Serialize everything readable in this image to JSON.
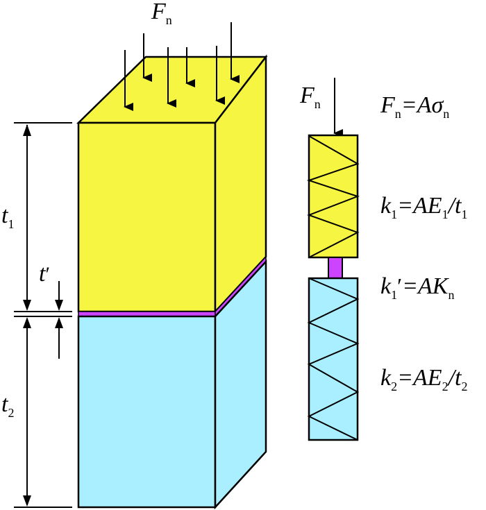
{
  "colors": {
    "layer1": "#f5f542",
    "layer2": "#aaefff",
    "interface": "#cc44ff",
    "stroke": "#000000"
  },
  "labels": {
    "force_top": {
      "main": "F",
      "sub": "n"
    },
    "force_right": {
      "main": "F",
      "sub": "n"
    },
    "t1": {
      "main": "t",
      "sub": "1"
    },
    "t2": {
      "main": "t",
      "sub": "2"
    },
    "tprime": {
      "main": "t",
      "prime": "′"
    }
  },
  "equations": {
    "fn": {
      "a": "F",
      "a_sub": "n",
      "b": "=A",
      "c": "σ",
      "c_sub": "n"
    },
    "k1": {
      "a": "k",
      "a_sub": "1",
      "b": "=AE",
      "b_sub": "1",
      "c": "/t",
      "c_sub": "1"
    },
    "k1p": {
      "a": "k",
      "a_sub": "1",
      "prime": "′",
      "b": "=AK",
      "b_sub": "n"
    },
    "k2": {
      "a": "k",
      "a_sub": "2",
      "b": "=AE",
      "b_sub": "2",
      "c": "/t",
      "c_sub": "2"
    }
  },
  "icons": {
    "force_arrows": "down-arrow-icon"
  }
}
